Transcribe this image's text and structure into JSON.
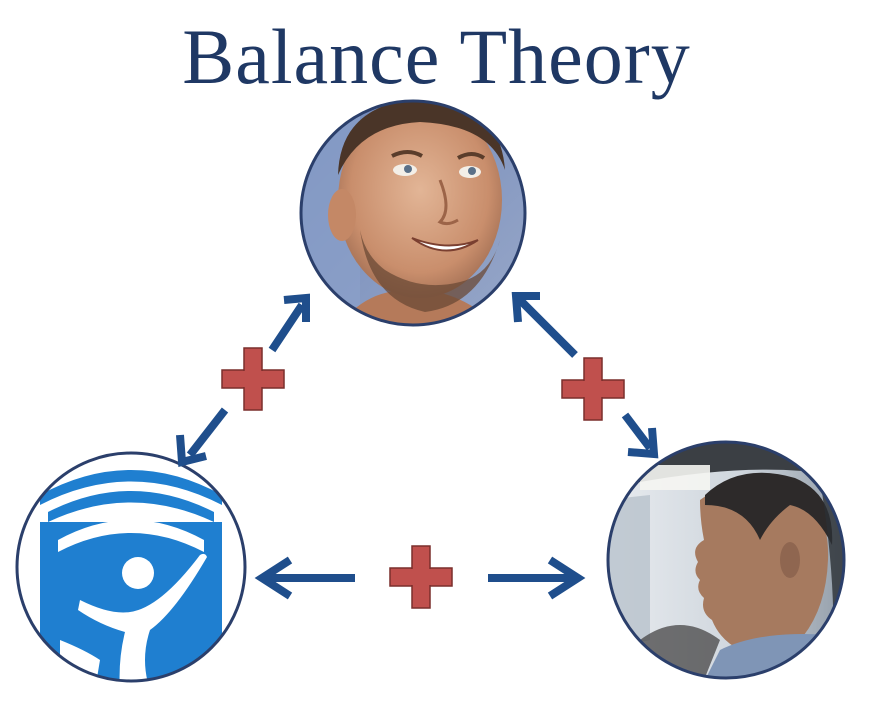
{
  "title": "Balance Theory",
  "colors": {
    "title": "#1f3864",
    "arrow": "#1f4e8c",
    "plus": "#c0504d",
    "circle_border": "#2b3f6b",
    "logo_blue": "#1f7fd0"
  },
  "nodes": [
    {
      "id": "top",
      "icon": "smiling-man-photo"
    },
    {
      "id": "left",
      "icon": "organization-logo"
    },
    {
      "id": "right",
      "icon": "man-in-car-photo"
    }
  ],
  "relations": [
    {
      "between": [
        "top",
        "left"
      ],
      "sign": "+"
    },
    {
      "between": [
        "top",
        "right"
      ],
      "sign": "+"
    },
    {
      "between": [
        "left",
        "right"
      ],
      "sign": "+"
    }
  ]
}
